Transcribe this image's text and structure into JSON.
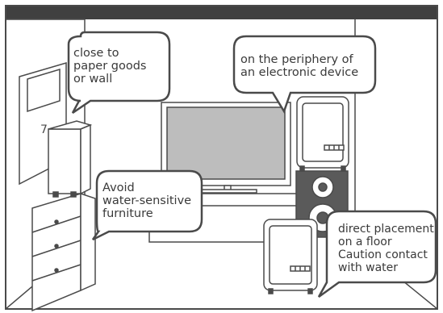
{
  "callouts": {
    "paper": "close to\npaper goods\nor wall",
    "electronic": "on the periphery of\nan electronic device",
    "furniture": "Avoid\nwater-sensitive\nfurniture",
    "floor": "direct placement\non a floor\nCaution contact\nwith water"
  },
  "colors": {
    "frame": "#404040",
    "line": "#4a4a4a",
    "screen": "#bdbdbd",
    "speaker": "#5a5a5a",
    "background": "#ffffff"
  }
}
